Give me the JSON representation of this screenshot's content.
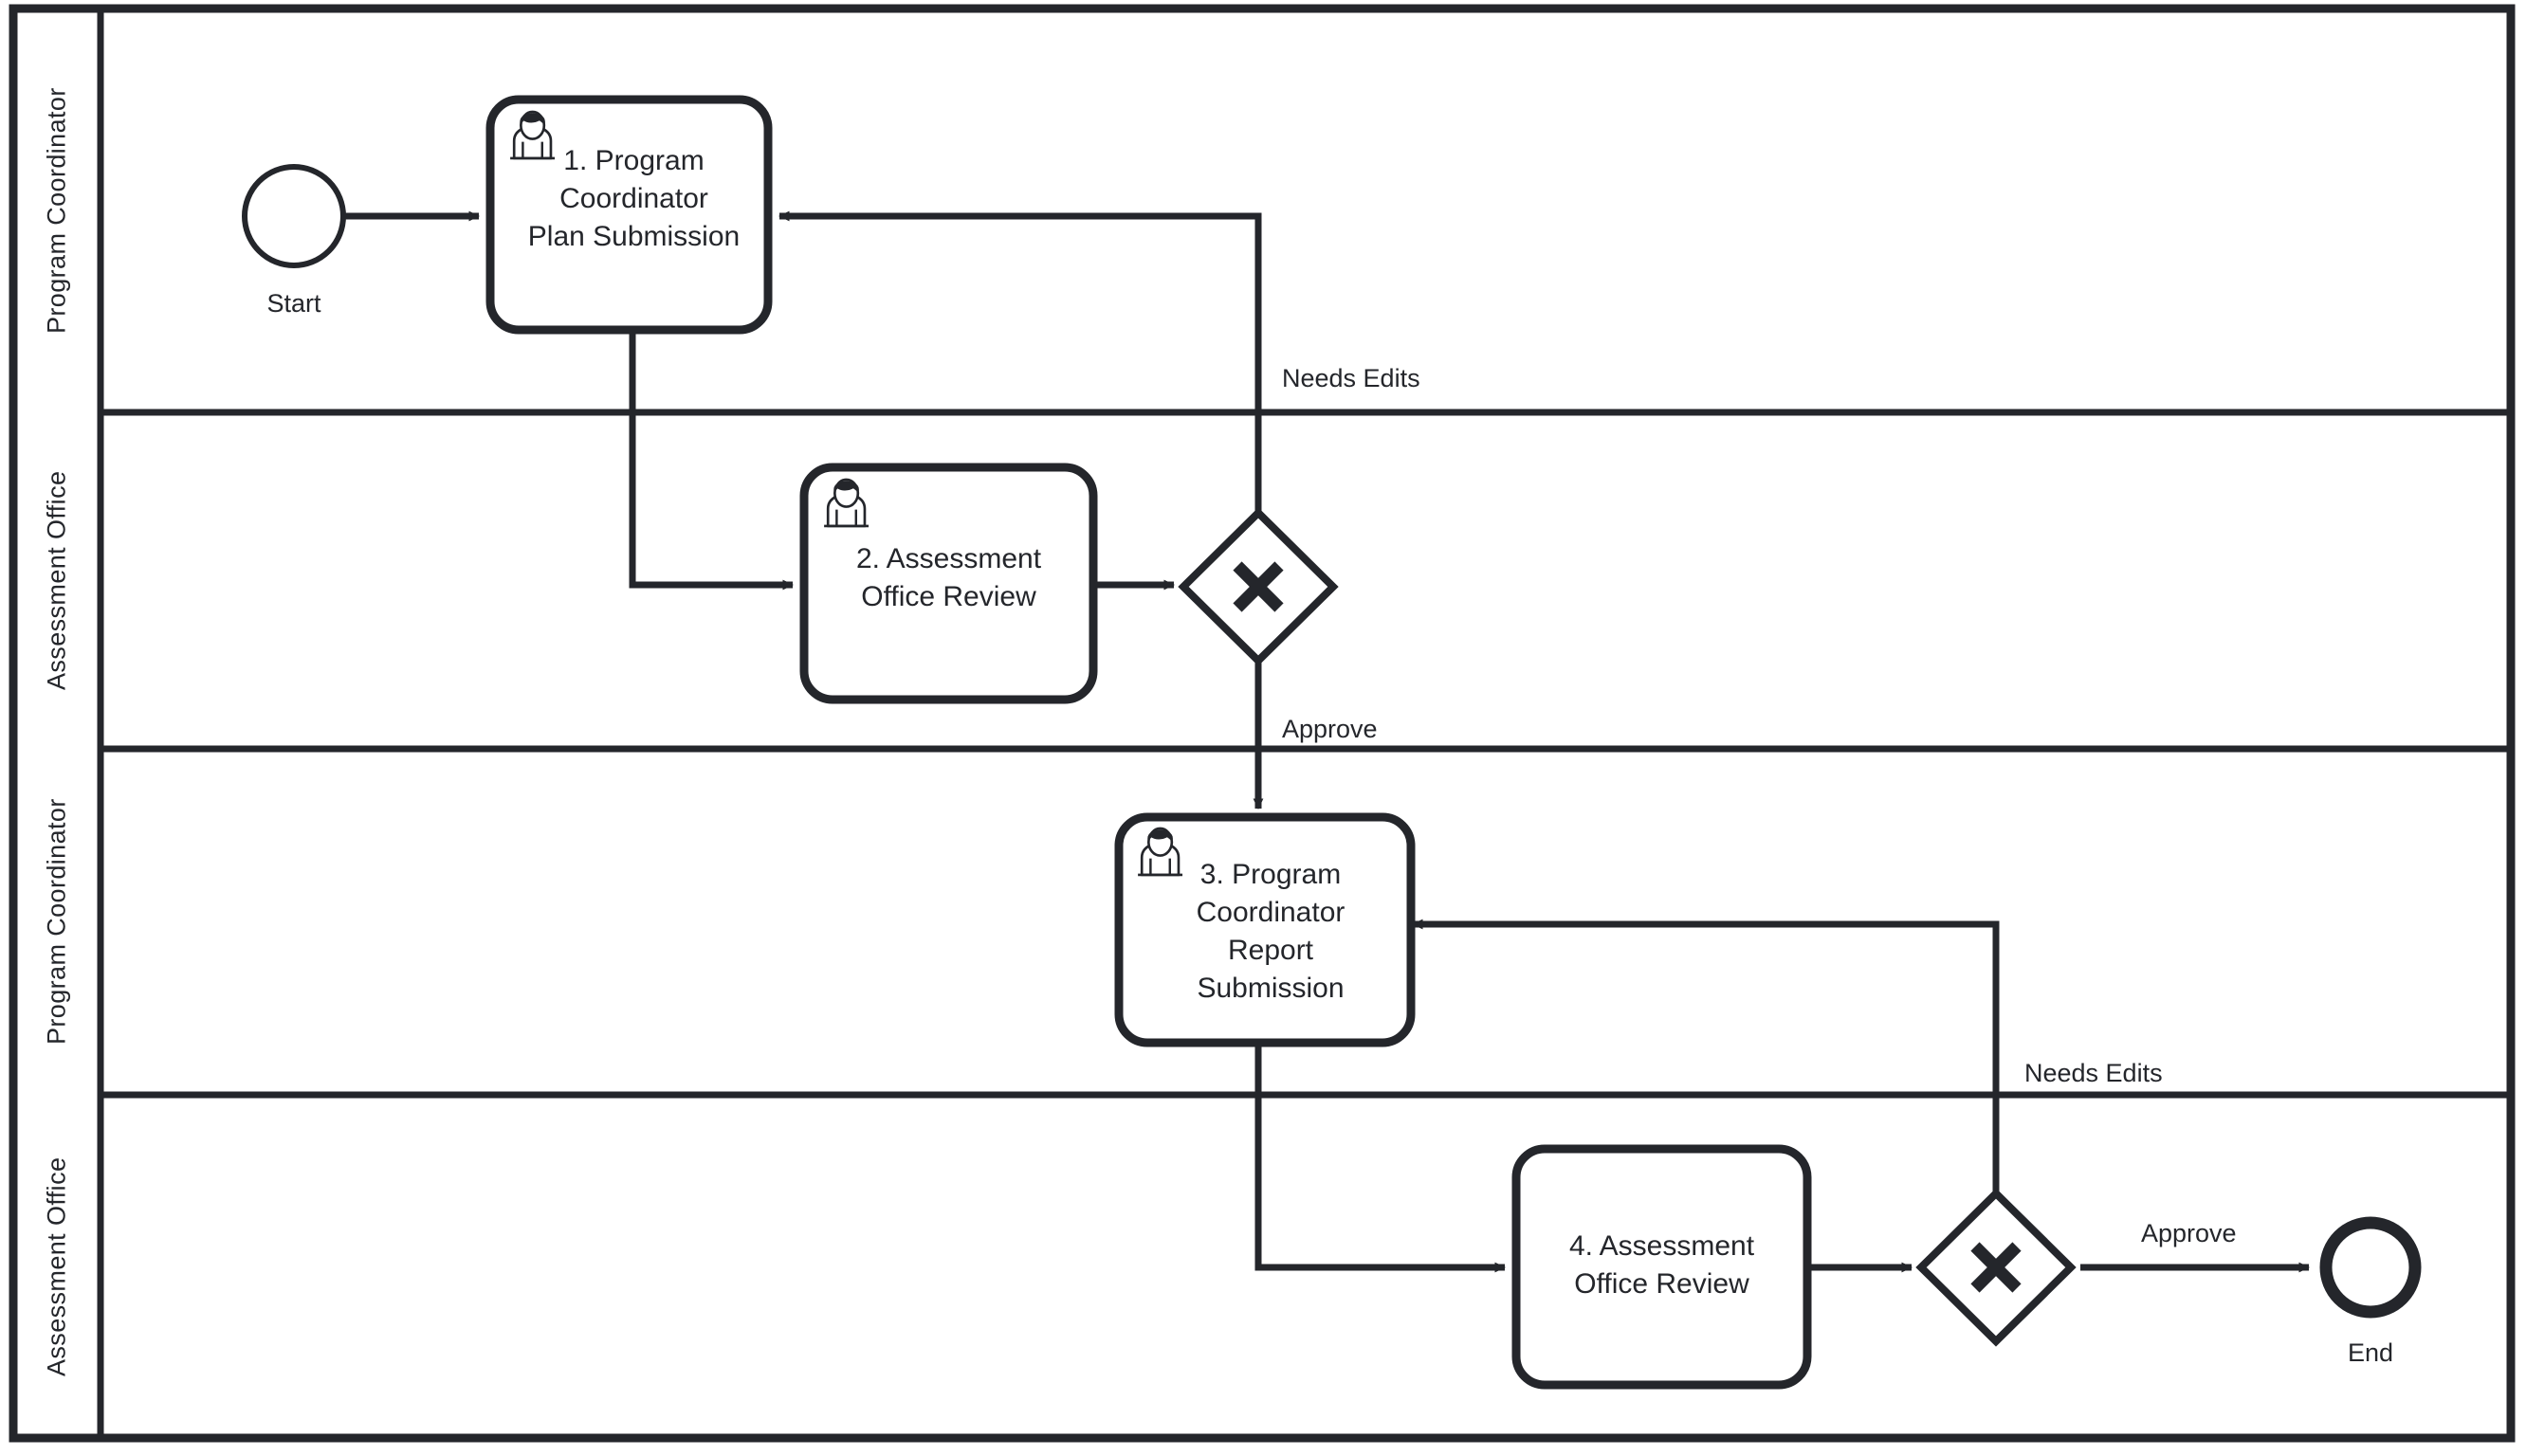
{
  "diagram": {
    "type": "bpmn-collaboration-pool",
    "notation": "BPMN 2.0",
    "pool": {
      "name": ""
    },
    "lanes": [
      {
        "id": "lane1",
        "label": "Program Coordinator"
      },
      {
        "id": "lane2",
        "label": "Assessment Office"
      },
      {
        "id": "lane3",
        "label": "Program Coordinator"
      },
      {
        "id": "lane4",
        "label": "Assessment Office"
      }
    ],
    "events": [
      {
        "id": "start",
        "kind": "start-event",
        "label": "Start",
        "lane": "lane1"
      },
      {
        "id": "end",
        "kind": "end-event",
        "label": "End",
        "lane": "lane4"
      }
    ],
    "tasks": [
      {
        "id": "t1",
        "label": "1. Program\nCoordinator\nPlan Submission",
        "icon": "user-task-icon",
        "lane": "lane1"
      },
      {
        "id": "t2",
        "label": "2. Assessment\nOffice Review",
        "icon": "user-task-icon",
        "lane": "lane2"
      },
      {
        "id": "t3",
        "label": "3. Program\nCoordinator\nReport\nSubmission",
        "icon": "user-task-icon",
        "lane": "lane3"
      },
      {
        "id": "t4",
        "label": "4. Assessment\nOffice Review",
        "icon": null,
        "lane": "lane4"
      }
    ],
    "gateways": [
      {
        "id": "g1",
        "kind": "exclusive-gateway",
        "marker": "X",
        "lane": "lane2"
      },
      {
        "id": "g2",
        "kind": "exclusive-gateway",
        "marker": "X",
        "lane": "lane4"
      }
    ],
    "flow_labels": {
      "g1_needs_edits": "Needs Edits",
      "g1_approve": "Approve",
      "g2_needs_edits": "Needs Edits",
      "g2_approve": "Approve"
    },
    "colors": {
      "stroke": "#24262b",
      "fill": "#ffffff",
      "text": "#24262b"
    }
  }
}
